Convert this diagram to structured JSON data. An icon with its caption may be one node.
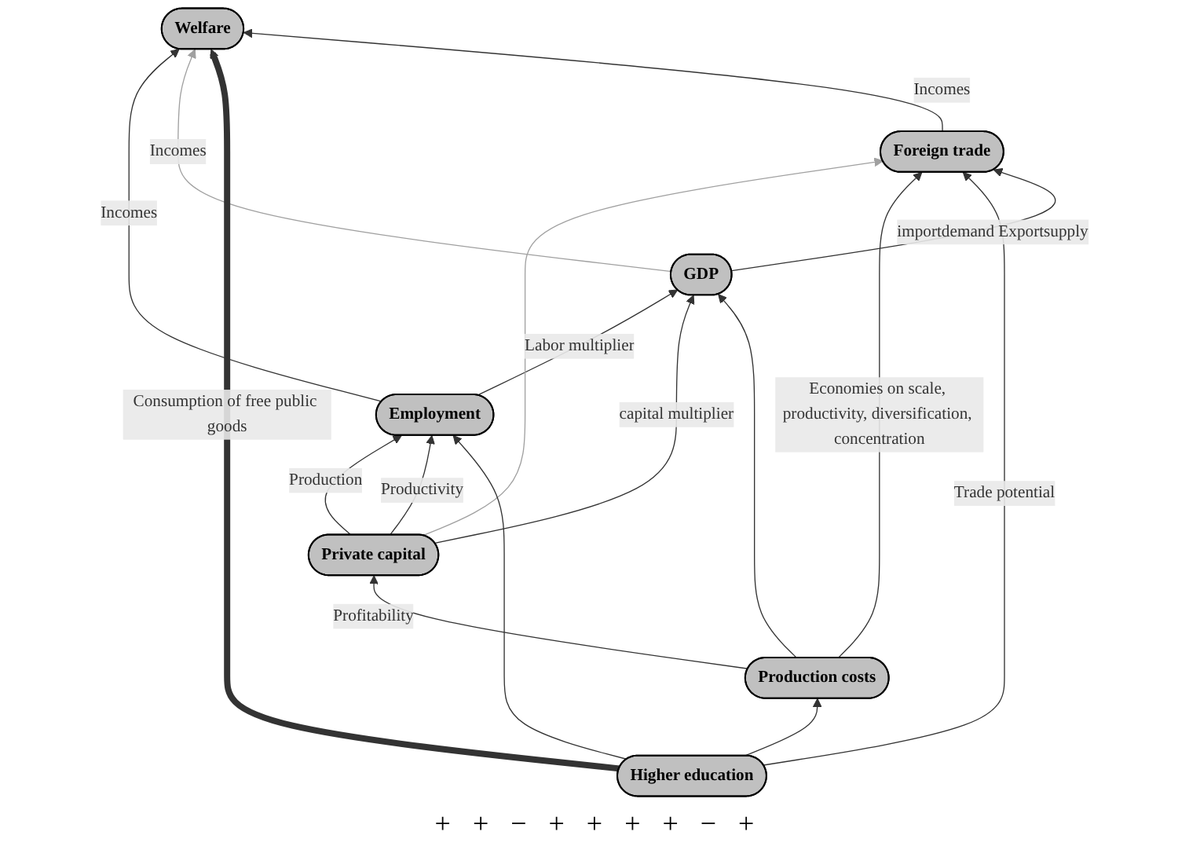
{
  "diagram": {
    "nodes": [
      {
        "text": [
          "Employment"
        ]
      },
      {
        "text": [
          "Welfare"
        ]
      },
      {
        "text": [
          "Private capital"
        ]
      },
      {
        "text": [
          "GDP"
        ]
      },
      {
        "text": [
          "Production costs"
        ]
      },
      {
        "text": [
          "Foreign trade"
        ]
      },
      {
        "text": [
          "Higher education"
        ]
      }
    ],
    "edges": [
      {
        "from": 0,
        "to": 1,
        "arrow": "to",
        "label": "Incomes"
      },
      {
        "from": 0,
        "to": 3,
        "arrow": "to",
        "label": "Labor multiplier"
      },
      {
        "from": 2,
        "to": 0,
        "arrow": "to",
        "label": "Production"
      },
      {
        "from": 2,
        "to": 0,
        "arrow": "to",
        "label": "Productivity"
      },
      {
        "from": 2,
        "to": 3,
        "arrow": "to",
        "label": "capital multiplier"
      },
      {
        "from": 3,
        "to": 1,
        "arrow": "to",
        "label": "Incomes",
        "color": "#a0a0a0"
      },
      {
        "from": 2,
        "to": 5,
        "arrow": "to",
        "color": "#a0a0a0"
      },
      {
        "from": 4,
        "to": 2,
        "arrow": "to",
        "label": "Profitability"
      },
      {
        "from": 4,
        "to": 3,
        "arrow": "to"
      },
      {
        "from": 4,
        "to": 5,
        "arrow": "to",
        "label": "Economies on scale, productivity, diversification, concentration"
      },
      {
        "from": 6,
        "to": 4,
        "arrow": "to"
      },
      {
        "from": 6,
        "to": 5,
        "arrow": "to",
        "label": "Trade potential"
      },
      {
        "from": 6,
        "to": 1,
        "arrow": "to",
        "label": "Consumption of free public goods",
        "style": "thick"
      },
      {
        "from": 5,
        "to": 1,
        "arrow": "to",
        "label": "Incomes"
      },
      {
        "from": 3,
        "to": 5,
        "arrow": "to",
        "label": "importdemand Exportsupply"
      },
      {
        "from": 6,
        "to": 0,
        "arrow": "to"
      }
    ],
    "labels": [
      "+",
      "+",
      "−",
      "+",
      "+",
      "+",
      "+",
      "−",
      "+"
    ]
  }
}
